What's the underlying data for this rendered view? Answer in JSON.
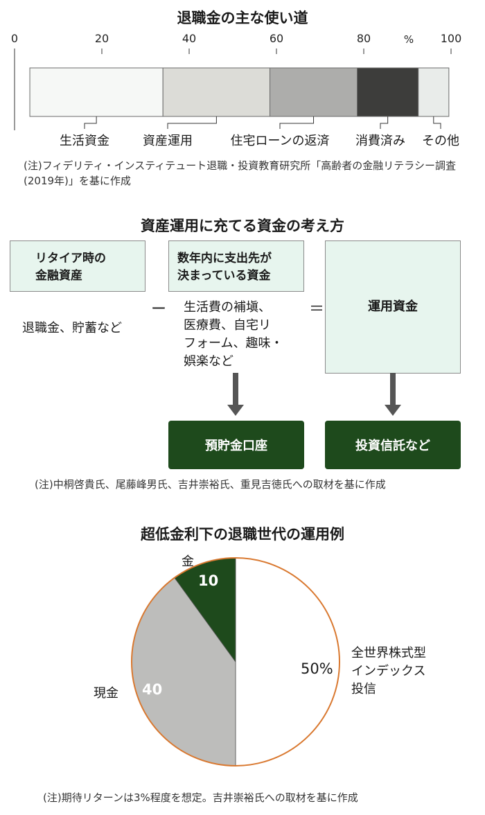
{
  "chart_data": [
    {
      "type": "bar",
      "title": "退職金の主な使い道",
      "unit": "%",
      "xlim": [
        0,
        100
      ],
      "ticks": [
        "0",
        "20",
        "40",
        "60",
        "80",
        "100"
      ],
      "categories": [
        "生活資金",
        "資産運用",
        "住宅ローンの返済",
        "消費済み",
        "その他"
      ],
      "values": [
        30.5,
        24.5,
        20,
        14,
        7
      ],
      "start": 3.5,
      "colors": [
        "#f6f8f6",
        "#dcdcd7",
        "#adadab",
        "#3d3d3b",
        "#e9ecea"
      ],
      "note": "(注)フィデリティ・インスティテュート退職・投資教育研究所「高齢者の金融リテラシー調査(2019年)」を基に作成"
    },
    {
      "type": "pie",
      "title": "超低金利下の退職世代の運用例",
      "categories": [
        "全世界株式型インデックス投信",
        "現金",
        "金"
      ],
      "values": [
        50,
        40,
        10
      ],
      "colors": [
        "#ffffff",
        "#bdbdbb",
        "#1e4a1c"
      ],
      "labels": {
        "stock_value": "50%",
        "stock_name_lines": [
          "全世界株式型",
          "インデックス",
          "投信"
        ],
        "cash_value": "40",
        "cash_name": "現金",
        "gold_value": "10",
        "gold_name": "金"
      },
      "note": "(注)期待リターンは3%程度を想定。吉井崇裕氏への取材を基に作成"
    }
  ],
  "diagram": {
    "title": "資産運用に充てる資金の考え方",
    "box1_lines": [
      "リタイア時の",
      "金融資産"
    ],
    "box2_lines": [
      "数年内に支出先が",
      "決まっている資金"
    ],
    "box3": "運用資金",
    "minus": "ー",
    "equals": "＝",
    "box1_desc": "退職金、貯蓄など",
    "box2_desc_lines": [
      "生活費の補塡、",
      "医療費、自宅リ",
      "フォーム、趣味・",
      "娯楽など"
    ],
    "out1": "預貯金口座",
    "out2": "投資信託など",
    "note": "(注)中桐啓貴氏、尾藤峰男氏、吉井崇裕氏、重見吉徳氏への取材を基に作成"
  }
}
